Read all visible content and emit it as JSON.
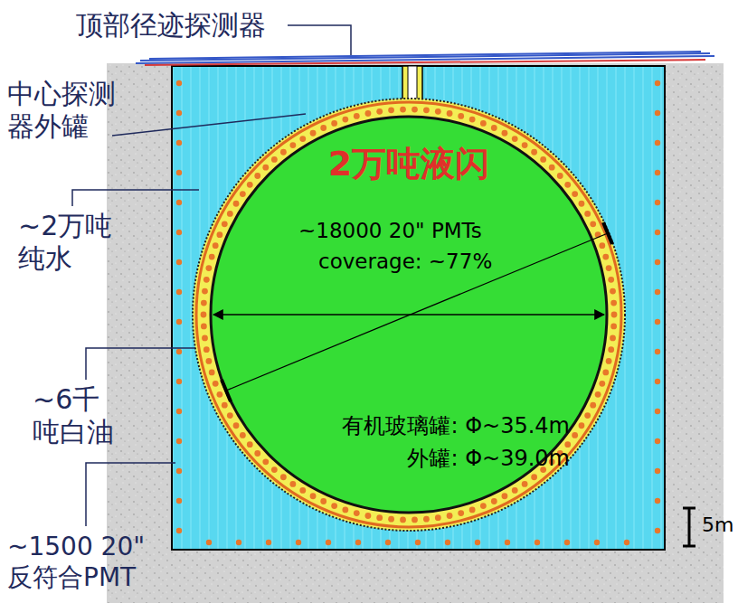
{
  "diagram": {
    "nodes": [
      {
        "text": [
          "2万吨液闪",
          "~18000 20\" PMTs",
          "coverage: ~77%",
          "有机玻璃罐: Φ~35.4m",
          "外罐: Φ~39.0m"
        ]
      }
    ],
    "labels": [
      "顶部径迹探测器",
      "中心探测 器外罐",
      "~2万吨 纯水",
      "~6千 吨白油",
      "~1500 20\" 反符合PMT",
      "5m"
    ]
  }
}
